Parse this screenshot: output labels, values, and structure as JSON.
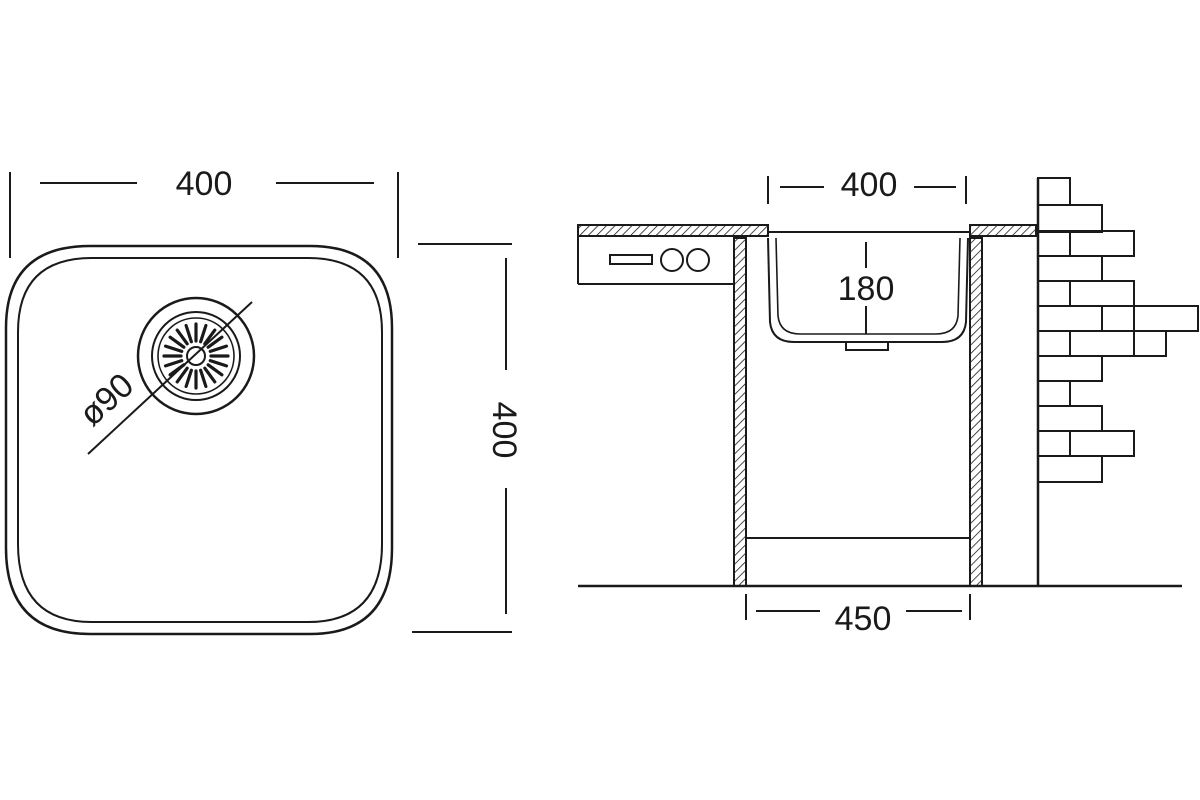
{
  "top_view": {
    "width_label": "400",
    "depth_label": "400",
    "drain_label": "ø90"
  },
  "side_view": {
    "bowl_width_label": "400",
    "bowl_depth_label": "180",
    "cabinet_width_label": "450"
  },
  "colors": {
    "line": "#1a1a1a",
    "background": "#ffffff"
  }
}
